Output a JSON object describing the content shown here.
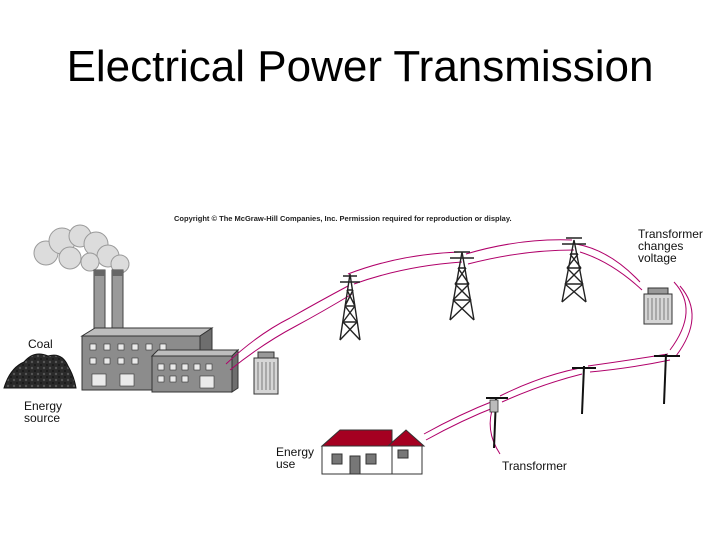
{
  "title": "Electrical Power Transmission",
  "copyright": "Copyright © The McGraw-Hill Companies, Inc. Permission required for reproduction or display.",
  "labels": {
    "coal": "Coal",
    "energy_source": "Energy\nsource",
    "transformer_changes_voltage": "Transformer\nchanges\nvoltage",
    "energy_use": "Energy\nuse",
    "transformer": "Transformer"
  },
  "colors": {
    "wire": "#b0006a",
    "house_roof": "#a50021",
    "building": "#8c8c8c",
    "coal": "#2a2a2a"
  }
}
